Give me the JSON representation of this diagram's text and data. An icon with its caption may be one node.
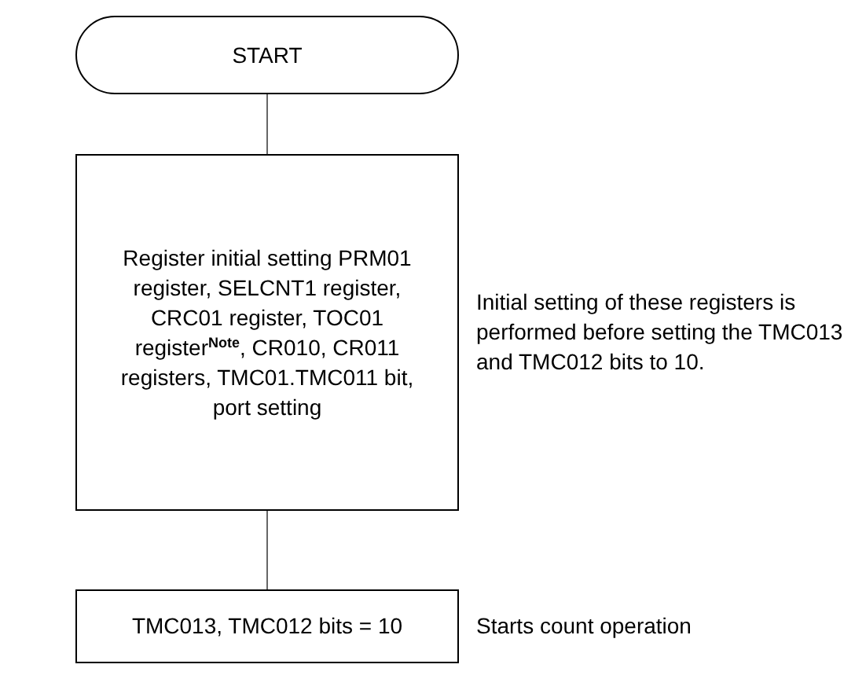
{
  "diagram": {
    "nodes": [
      {
        "text": [
          "START"
        ]
      },
      {
        "text": [
          "Register initial setting PRM01 register, SELCNT1 register, CRC01 register, TOC01 register$^{Note}$, CR010, CR011 registers, TMC01.TMC011 bit, port setting"
        ],
        "beside": [
          "Initial setting of these registers is performed before setting the TMC013 and TMC012 bits to 10."
        ]
      },
      {
        "text": [
          "TMC013, TMC012 bits = 10"
        ],
        "beside": [
          "Starts count operation"
        ]
      }
    ],
    "edges": [
      {
        "from": 0,
        "to": 1,
        "arrow": "none"
      },
      {
        "from": 1,
        "to": 2,
        "arrow": "none"
      }
    ]
  }
}
